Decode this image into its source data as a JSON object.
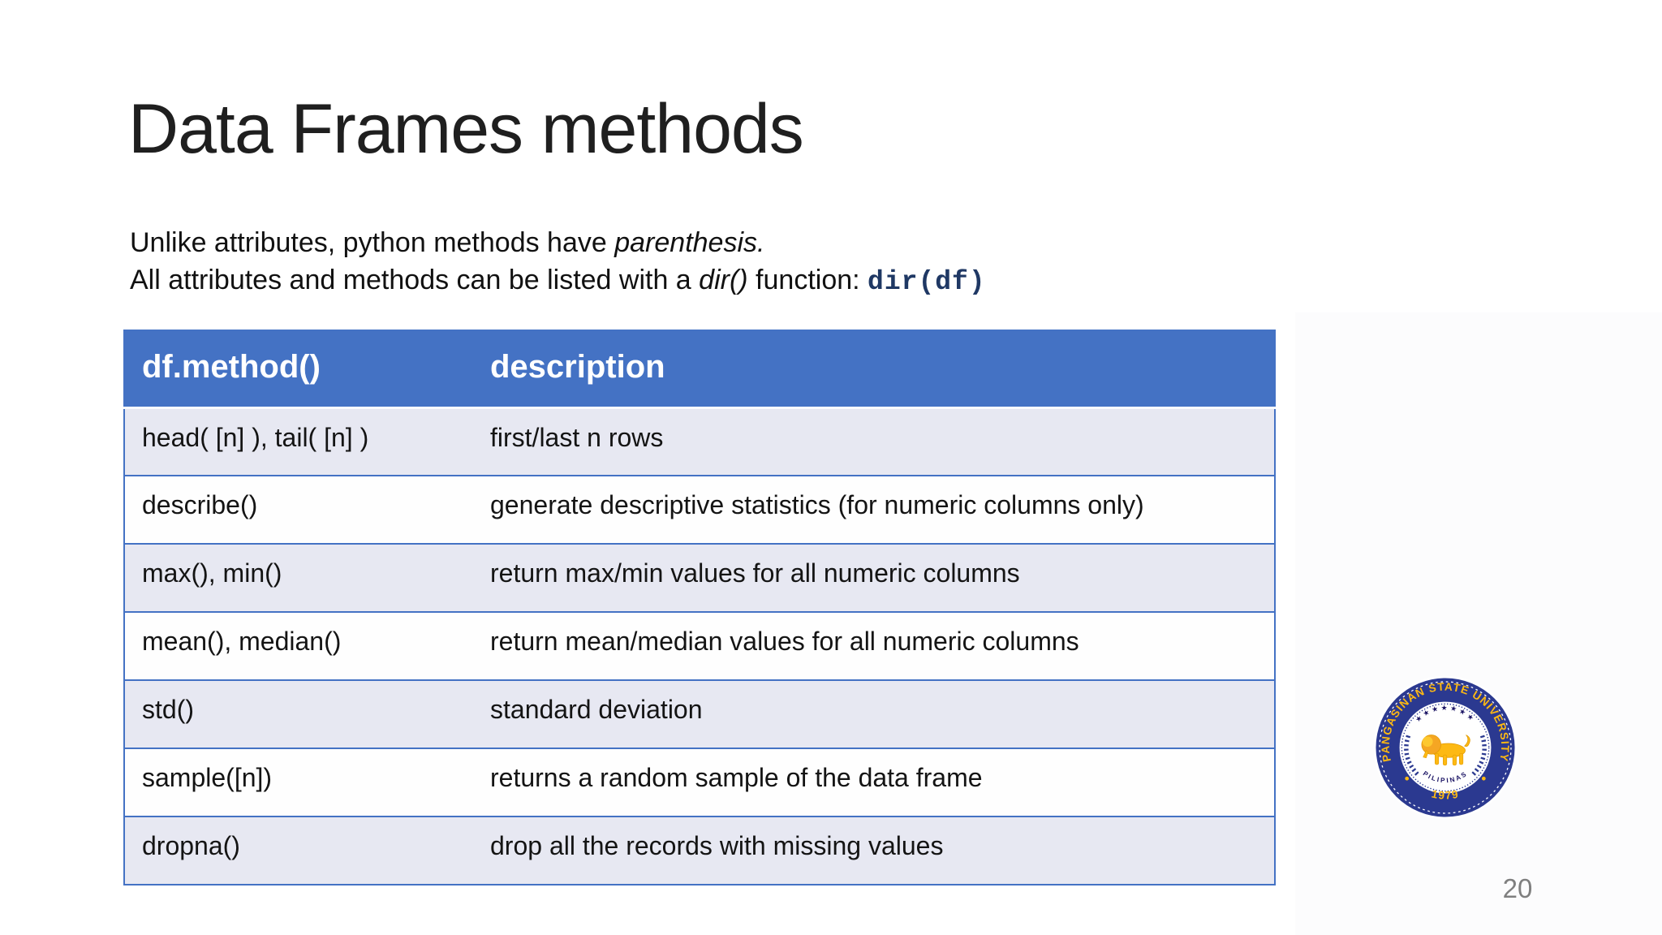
{
  "slide": {
    "title": "Data Frames methods",
    "intro": {
      "line1_text": "Unlike attributes, python methods have ",
      "line1_italic": "parenthesis.",
      "line2_text": "All attributes and methods can be listed with a ",
      "line2_italic": "dir()",
      "line2_text2": " function: ",
      "line2_code": "dir(df)"
    },
    "page_number": "20"
  },
  "table": {
    "headers": [
      "df.method()",
      "description"
    ],
    "rows": [
      {
        "method": "head( [n] ), tail( [n] )",
        "description": "first/last n rows"
      },
      {
        "method": "describe()",
        "description": "generate descriptive statistics (for numeric columns only)"
      },
      {
        "method": "max(), min()",
        "description": "return max/min values for all numeric columns"
      },
      {
        "method": "mean(), median()",
        "description": "return mean/median values for all numeric columns"
      },
      {
        "method": "std()",
        "description": "standard deviation"
      },
      {
        "method": "sample([n])",
        "description": "returns a random sample of the data frame"
      },
      {
        "method": "dropna()",
        "description": "drop all the records with missing values"
      }
    ]
  },
  "logo": {
    "ring_text": "PANGASINAN STATE UNIVERSITY",
    "stars": "★★★★★★★",
    "inner_text": "PILIPINAS",
    "year": "1979"
  },
  "colors": {
    "table_header_bg": "#4472C4",
    "table_band_bg": "#E7E8F2",
    "table_border": "#4472C4",
    "code_text": "#1F3864",
    "page_number": "#7F7F7F",
    "logo_blue": "#2B3990",
    "logo_yellow": "#FDB913"
  }
}
